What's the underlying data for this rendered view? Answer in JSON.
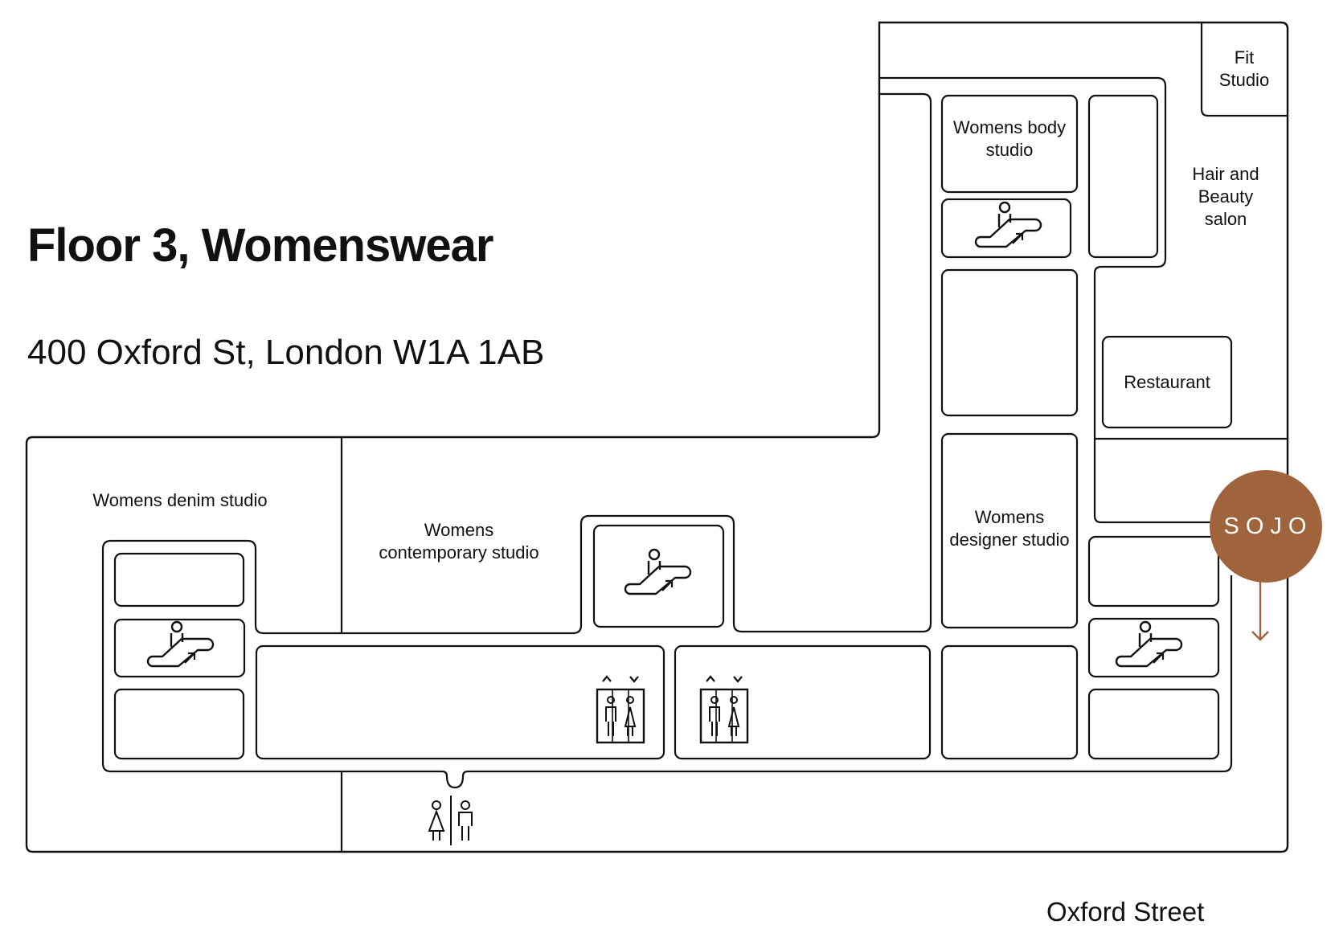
{
  "header": {
    "title": "Floor 3, Womenswear",
    "address": "400 Oxford St, London W1A 1AB"
  },
  "street_label": "Oxford Street",
  "store": {
    "name": "SOJO",
    "color": "#a0643c"
  },
  "areas": {
    "fit_studio": [
      "Fit",
      "Studio"
    ],
    "womens_body_studio": [
      "Womens body",
      "studio"
    ],
    "hair_beauty": [
      "Hair and",
      "Beauty",
      "salon"
    ],
    "restaurant": "Restaurant",
    "womens_denim_studio": "Womens denim studio",
    "womens_contemporary_studio": [
      "Womens",
      "contemporary studio"
    ],
    "womens_designer_studio": [
      "Womens",
      "designer studio"
    ]
  },
  "icons": {
    "escalator": "escalator-icon",
    "lift": "lift-icon",
    "toilets": "toilets-icon",
    "exit_arrow": "arrow-down-icon"
  },
  "colors": {
    "line": "#111111",
    "accent": "#a0643c"
  }
}
